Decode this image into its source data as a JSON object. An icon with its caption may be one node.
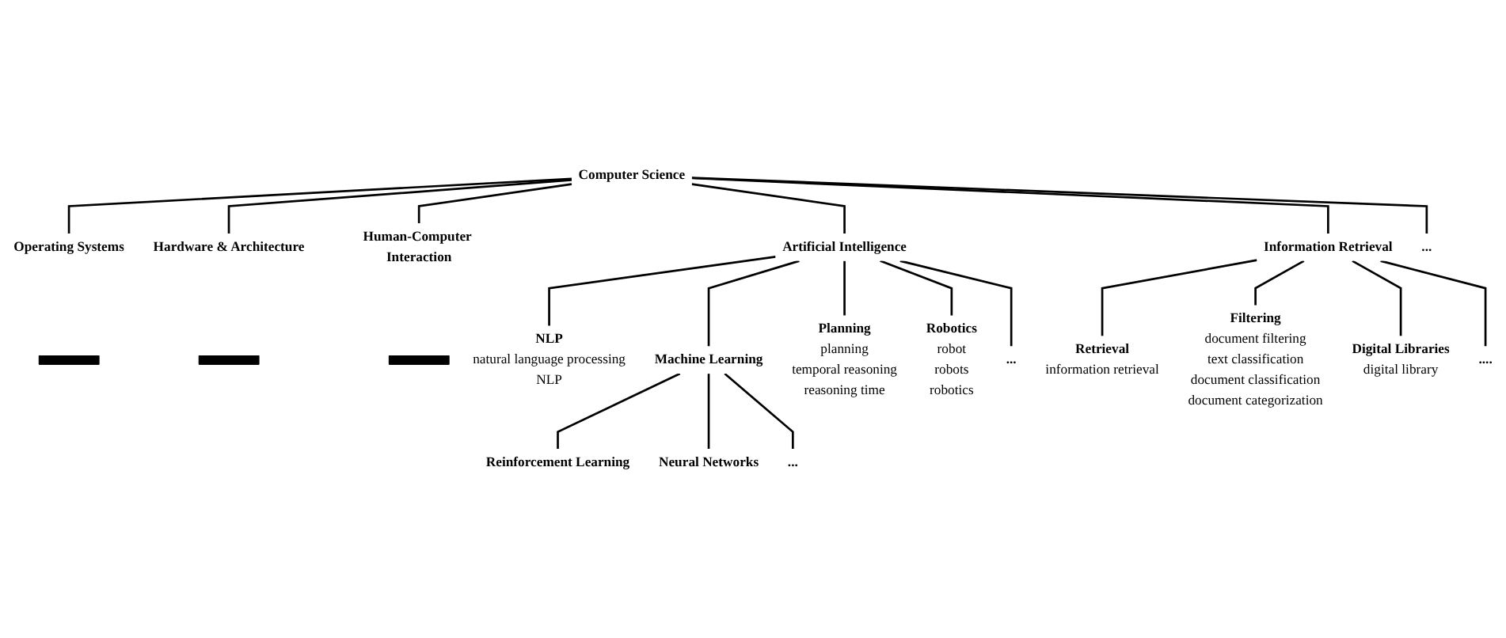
{
  "diagram": {
    "nodes": [
      {
        "text": [
          "Computer Science"
        ]
      },
      {
        "text": [
          "Operating Systems"
        ]
      },
      {
        "text": [],
        "shape": "fork"
      },
      {
        "text": [
          "Artificial Intelligence"
        ]
      },
      {
        "text": [
          "Hardware & Architecture"
        ]
      },
      {
        "text": [],
        "shape": "fork"
      },
      {
        "text": [
          "Human-Computer Interaction"
        ]
      },
      {
        "text": [],
        "shape": "fork"
      },
      {
        "text": [
          "Information Retrieval"
        ]
      },
      {
        "text": [
          "..."
        ]
      },
      {
        "text": [
          "NLP",
          "natural language processing",
          "NLP"
        ]
      },
      {
        "text": [
          "Machine Learning"
        ]
      },
      {
        "text": [
          "Planning",
          "planning",
          "temporal reasoning",
          "reasoning time"
        ]
      },
      {
        "text": [
          "Robotics",
          "robot",
          "robots",
          "robotics"
        ]
      },
      {
        "text": [
          "..."
        ]
      },
      {
        "text": [
          "Reinforcement Learning"
        ]
      },
      {
        "text": [
          "Neural Networks"
        ]
      },
      {
        "text": [
          "..."
        ]
      },
      {
        "text": [
          "Retrieval",
          "information retrieval"
        ]
      },
      {
        "text": [
          "Filtering",
          "document filtering",
          "text classification",
          "document classification",
          "document categorization"
        ]
      },
      {
        "text": [
          "Digital Libraries",
          "digital library"
        ]
      },
      {
        "text": [
          "...."
        ]
      }
    ],
    "edges": [
      {
        "from": 0,
        "to": 1,
        "arrow": "none"
      },
      {
        "from": 0,
        "to": 3,
        "arrow": "none"
      },
      {
        "from": 0,
        "to": 4,
        "arrow": "none"
      },
      {
        "from": 0,
        "to": 6,
        "arrow": "none"
      },
      {
        "from": 0,
        "to": 8,
        "arrow": "none"
      },
      {
        "from": 0,
        "to": 9,
        "arrow": "none"
      },
      {
        "from": 3,
        "to": 10,
        "arrow": "none"
      },
      {
        "from": 3,
        "to": 11,
        "arrow": "none"
      },
      {
        "from": 3,
        "to": 12,
        "arrow": "none"
      },
      {
        "from": 3,
        "to": 13,
        "arrow": "none"
      },
      {
        "from": 3,
        "to": 14,
        "arrow": "none"
      },
      {
        "from": 11,
        "to": 15,
        "arrow": "none"
      },
      {
        "from": 11,
        "to": 16,
        "arrow": "none"
      },
      {
        "from": 11,
        "to": 17,
        "arrow": "none"
      },
      {
        "from": 8,
        "to": 18,
        "arrow": "none"
      },
      {
        "from": 8,
        "to": 19,
        "arrow": "none"
      },
      {
        "from": 8,
        "to": 20,
        "arrow": "none"
      },
      {
        "from": 8,
        "to": 21,
        "arrow": "none"
      }
    ]
  }
}
